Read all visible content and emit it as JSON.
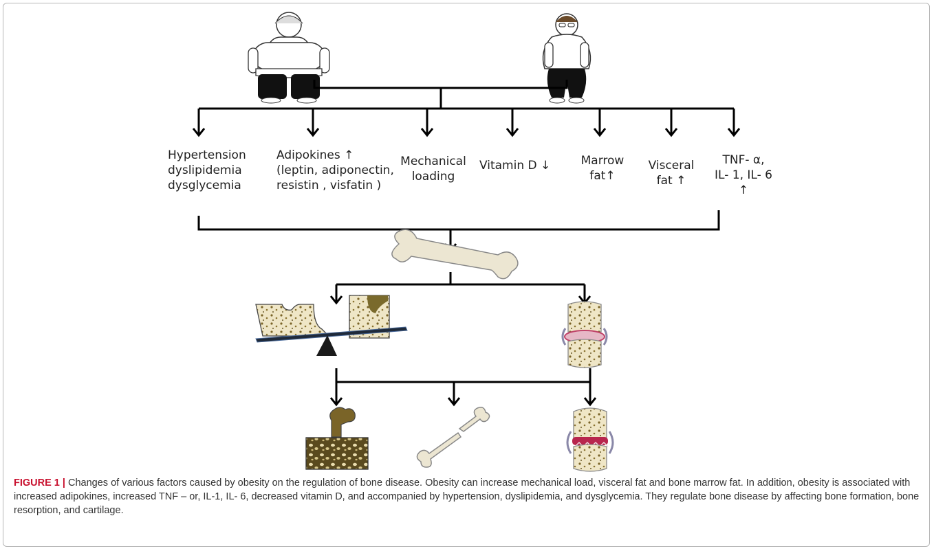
{
  "factors": {
    "hypertension": [
      "Hypertension",
      "dyslipidemia",
      "dysglycemia"
    ],
    "adipokines": [
      "Adipokines ↑",
      "(leptin, adiponectin,",
      "resistin , visfatin )"
    ],
    "mechanical": [
      "Mechanical",
      "loading"
    ],
    "vitamin_d": "Vitamin D ↓",
    "marrow_fat": [
      "Marrow",
      "fat↑"
    ],
    "visceral_fat": [
      "Visceral",
      "fat ↑"
    ],
    "cytokines": [
      "TNF- α,",
      "IL- 1, IL- 6",
      "↑"
    ]
  },
  "caption": {
    "label": "FIGURE 1 |",
    "text": " Changes of various factors caused by obesity on the regulation of bone disease. Obesity can increase mechanical load, visceral fat and bone marrow fat. In addition, obesity is associated with increased adipokines, increased TNF – or, IL-1, IL- 6, decreased vitamin D, and accompanied by hypertension, dyslipidemia, and dysglycemia. They regulate bone disease by affecting bone formation, bone resorption, and cartilage."
  },
  "colors": {
    "line": "#000000",
    "bone": "#ece6d2",
    "trabecular": "#6b5a2a",
    "cartilage": "#c0446a",
    "caption_label": "#c8102e"
  }
}
